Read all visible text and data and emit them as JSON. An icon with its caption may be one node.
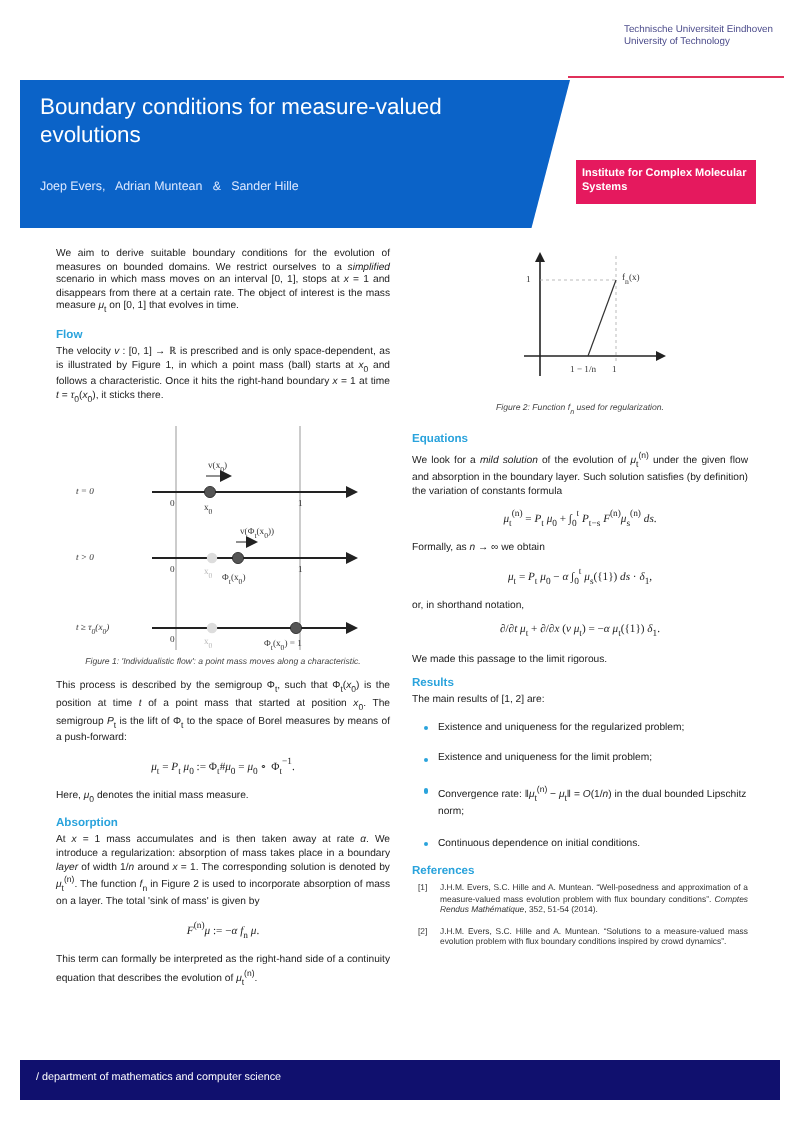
{
  "diagram": {
    "title": "Boundary conditions for measure-valued evolutions",
    "labels": [
      "Technische Universiteit Eindhoven University of Technology",
      "Joep Evers,   Adrian Muntean   &   Sander Hille",
      "Institute for Complex Molecular Systems",
      "We aim to derive suitable boundary conditions for the evolution of measures on bounded domains. We restrict ourselves to a *simplified* scenario in which mass moves on an interval [0, 1], stops at *x* = 1 and disappears from there at a certain rate. The object of interest is the mass measure *μ*$_{t}$ on [0, 1] that evolves in time.",
      "Flow",
      "The velocity *v* : [0, 1] → ℝ is prescribed and is only space-dependent, as is illustrated by Figure 1, in which a point mass (ball) starts at *x*$_{0}$ and follows a characteristic. Once it hits the right-hand boundary *x* = 1 at time *t* = *τ*$_{0}$(*x*$_{0}$), it sticks there.",
      "t = 0",
      "v(x$_{0}$)",
      "0",
      "x$_{0}$",
      "1",
      "t > 0",
      "v(Φ$_{t}$(x$_{0}$))",
      "0",
      "x$_{0}$",
      "Φ$_{t}$(x$_{0}$)",
      "1",
      "t ≥ τ$_{0}$(x$_{0}$)",
      "0",
      "x$_{0}$",
      "Φ$_{t}$(x$_{0}$) = 1",
      "Figure 1: 'Individualistic flow': a point mass moves along a characteristic.",
      "This process is described by the semigroup Φ$_{t}$, such that Φ$_{t}$(*x*$_{0}$) is the position at time *t* of a point mass that started at position *x*$_{0}$. The semigroup *P*$_{t}$ is the lift of Φ$_{t}$ to the space of Borel measures by means of a push-forward:",
      "*μ*$_{t}$ = *P*$_{t}$ *μ*$_{0}$ := Φ$_{t}$#*μ*$_{0}$ = *μ*$_{0}$ ∘ Φ$_{t}$$^{−1}$.",
      "Here, *μ*$_{0}$ denotes the initial mass measure.",
      "Absorption",
      "At *x* = 1 mass accumulates and is then taken away at rate *α*. We introduce a regularization: absorption of mass takes place in a boundary *layer* of width 1/*n* around *x* = 1. The corresponding solution is denoted by *μ*$_{t}$$^{(n)}$. The function *f*$_{n}$ in Figure 2 is used to incorporate absorption of mass on a layer. The total 'sink of mass' is given by",
      "*F*$^{(n)}$*μ* := −*α* *f*$_{n}$ *μ*.",
      "This term can formally be interpreted as the right-hand side of a continuity equation that describes the evolution of *μ*$_{t}$$^{(n)}$.",
      "1",
      "f$_{n}$(x)",
      "1 − 1/n",
      "1",
      "Figure 2: Function f$_{n}$ used for regularization.",
      "Equations",
      "We look for a *mild solution* of the evolution of *μ*$_{t}$$^{(n)}$ under the given flow and absorption in the boundary layer. Such solution satisfies (by definition) the variation of constants formula",
      "*μ*$_{t}$$^{(n)}$ = *P*$_{t}$ *μ*$_{0}$ + ∫$_{0}$$^{t}$ *P*$_{t−s}$ *F*$^{(n)}$*μ*$_{s}$$^{(n)}$ *ds*.",
      "Formally, as *n* → ∞ we obtain",
      "*μ*$_{t}$ = *P*$_{t}$ *μ*$_{0}$ − *α* ∫$_{0}$$^{t}$ *μ*$_{s}$({1}) *ds* · *δ*$_{1}$,",
      "or, in shorthand notation,",
      "∂/∂*t* *μ*$_{t}$ + ∂/∂*x* (*v μ*$_{t}$) = −*α μ*$_{t}$({1}) *δ*$_{1}$.",
      "We made this passage to the limit rigorous.",
      "Results",
      "The main results of [1, 2] are:",
      "Existence and uniqueness for the regularized problem;",
      "Existence and uniqueness for the limit problem;",
      "Convergence rate: ‖*μ*$_{t}$$^{(n)}$ − *μ*$_{t}$‖ = *O*(1/*n*) in the dual bounded Lipschitz norm;",
      "Continuous dependence on initial conditions.",
      "References",
      "[1]",
      "J.H.M. Evers, S.C. Hille and A. Muntean. “Well-posedness and approximation of a measure-valued mass evolution problem with flux boundary conditions”. *Comptes Rendus Mathématique*, 352, 51-54 (2014).",
      "[2]",
      "J.H.M. Evers, S.C. Hille and A. Muntean. “Solutions to a measure-valued mass evolution problem with flux boundary conditions inspired by crowd dynamics”.",
      "/ department of mathematics and computer science"
    ]
  }
}
